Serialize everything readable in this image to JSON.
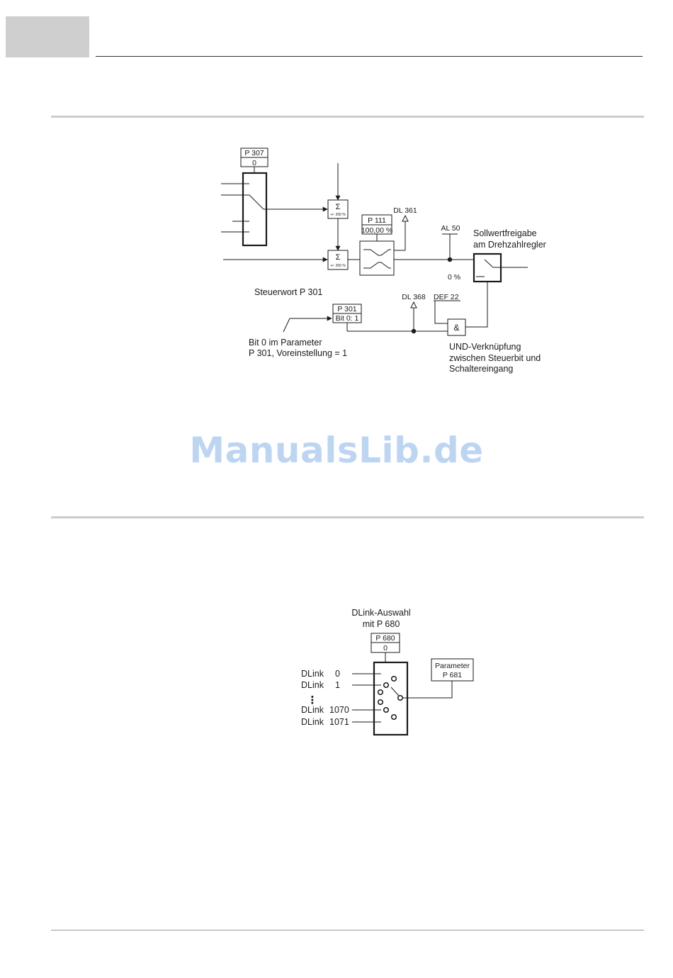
{
  "watermark": "ManualsLib.de",
  "diagram1": {
    "p307": {
      "name": "P 307",
      "value": "0"
    },
    "sum_symbol": "Σ",
    "sum_range": "+/- 200 %",
    "p111": {
      "name": "P 111",
      "value": "100,00 %"
    },
    "dl361": "DL 361",
    "al50": "AL 50",
    "release_label_1": "Sollwertfreigabe",
    "release_label_2": "am Drehzahlregler",
    "zero_percent": "0 %",
    "steuerwort": "Steuerwort P 301",
    "dl368": "DL 368",
    "def22": "DEF 22",
    "p301": {
      "name": "P 301",
      "value": "Bit 0: 1"
    },
    "and_symbol": "&",
    "bit_note_1": "Bit 0 im Parameter",
    "bit_note_2": "P 301, Voreinstellung = 1",
    "und_note_1": "UND-Verknüpfung",
    "und_note_2": "zwischen Steuerbit und",
    "und_note_3": "Schaltereingang"
  },
  "diagram2": {
    "title_1": "DLink-Auswahl",
    "title_2": "mit P 680",
    "p680": {
      "name": "P 680",
      "value": "0"
    },
    "dlink_label": "DLink",
    "inputs": [
      "0",
      "1",
      "1070",
      "1071"
    ],
    "ellipsis": "⋮",
    "output_label_1": "Parameter",
    "output_label_2": "P 681"
  }
}
